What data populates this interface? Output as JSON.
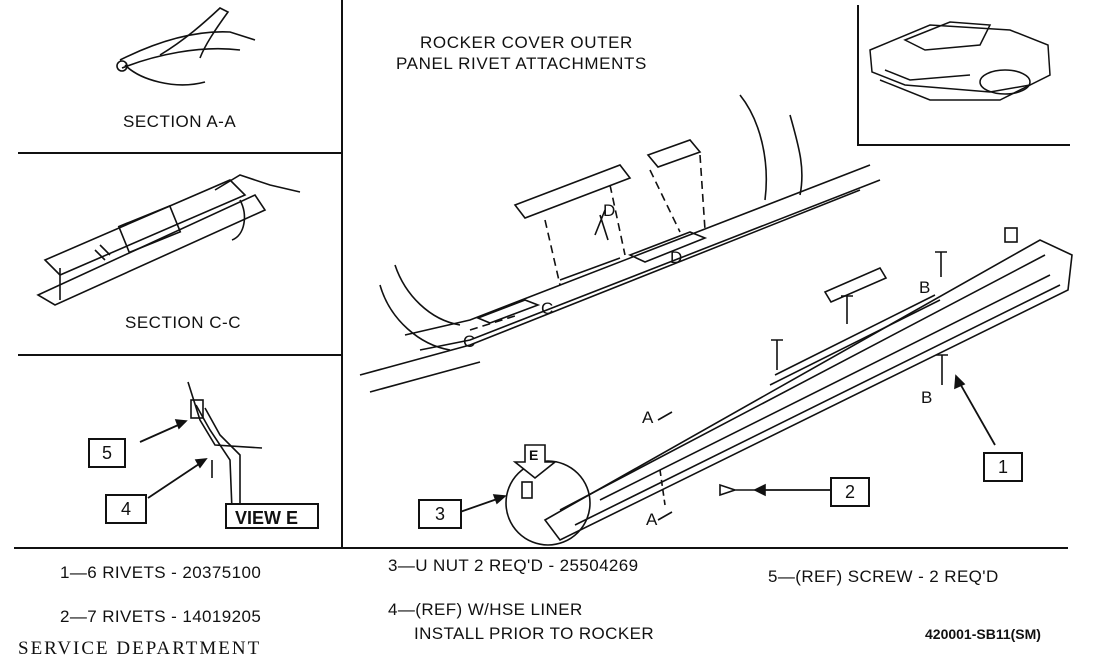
{
  "diagram": {
    "title_line1": "ROCKER COVER  OUTER",
    "title_line2": "PANEL RIVET ATTACHMENTS",
    "section_aa": "SECTION A-A",
    "section_cc": "SECTION C-C",
    "view_e": "VIEW   E",
    "callouts": {
      "c1": "1",
      "c2": "2",
      "c3": "3",
      "c4": "4",
      "c5": "5",
      "e": "E"
    },
    "letters": {
      "a_upper": "A",
      "a_lower": "A",
      "b_upper": "B",
      "b_lower": "B",
      "c_left": "C",
      "c_right": "C",
      "d_upper": "D",
      "d_lower": "D"
    },
    "legend": {
      "item1": "1—6 RIVETS - 20375100",
      "item2": "2—7 RIVETS - 14019205",
      "item3": "3—U NUT 2 REQ'D - 25504269",
      "item4_line1": "4—(REF) W/HSE LINER",
      "item4_line2": "INSTALL PRIOR TO ROCKER",
      "item5": "5—(REF) SCREW - 2 REQ'D"
    },
    "footer_left": "SERVICE  DEPARTMENT",
    "drawing_number": "420001-SB11(SM)"
  }
}
